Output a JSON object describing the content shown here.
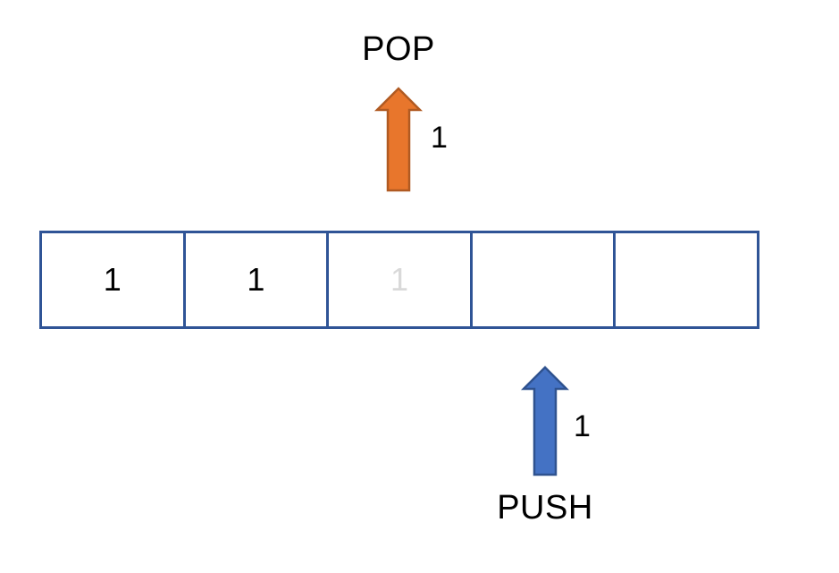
{
  "diagram": {
    "title_top": "POP",
    "title_bottom": "PUSH",
    "colors": {
      "stack_border": "#2F5496",
      "pop_arrow_fill": "#E8762C",
      "pop_arrow_stroke": "#B05A22",
      "push_arrow_fill": "#4472C4",
      "push_arrow_stroke": "#2F528F",
      "faded_value": "#D9D9D9",
      "value_text": "#000000",
      "background": "#FFFFFF"
    }
  },
  "pop_operation": {
    "label": "POP",
    "count": "1",
    "direction": "up",
    "icon": "up-arrow-icon"
  },
  "push_operation": {
    "label": "PUSH",
    "count": "1",
    "direction": "up",
    "icon": "up-arrow-icon"
  },
  "stack": {
    "capacity": 5,
    "cells": [
      {
        "value": "1",
        "state": "filled"
      },
      {
        "value": "1",
        "state": "filled"
      },
      {
        "value": "1",
        "state": "faded"
      },
      {
        "value": "",
        "state": "empty"
      },
      {
        "value": "",
        "state": "empty"
      }
    ]
  }
}
